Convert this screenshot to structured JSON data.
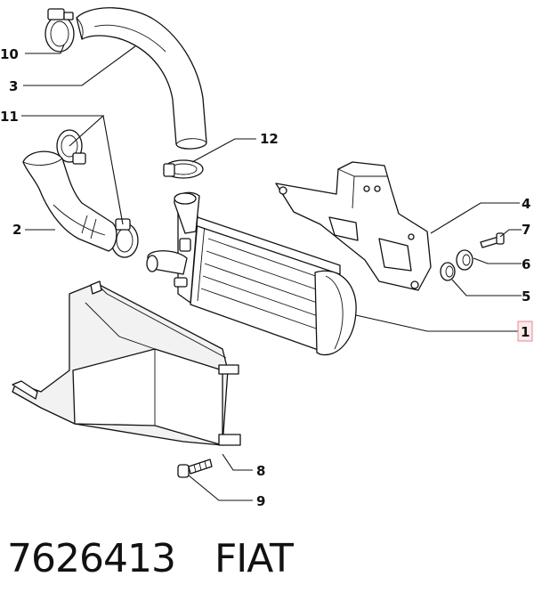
{
  "callouts": {
    "c1": "1",
    "c2": "2",
    "c3": "3",
    "c4": "4",
    "c5": "5",
    "c6": "6",
    "c7": "7",
    "c8": "8",
    "c9": "9",
    "c10": "10",
    "c11": "11",
    "c12": "12"
  },
  "highlighted_callout": "1",
  "colors": {
    "highlight_fill": "#fde8ea",
    "highlight_stroke": "#e08a96",
    "line": "#111111"
  },
  "footer": {
    "part_number": "7626413",
    "brand": "FIAT"
  }
}
